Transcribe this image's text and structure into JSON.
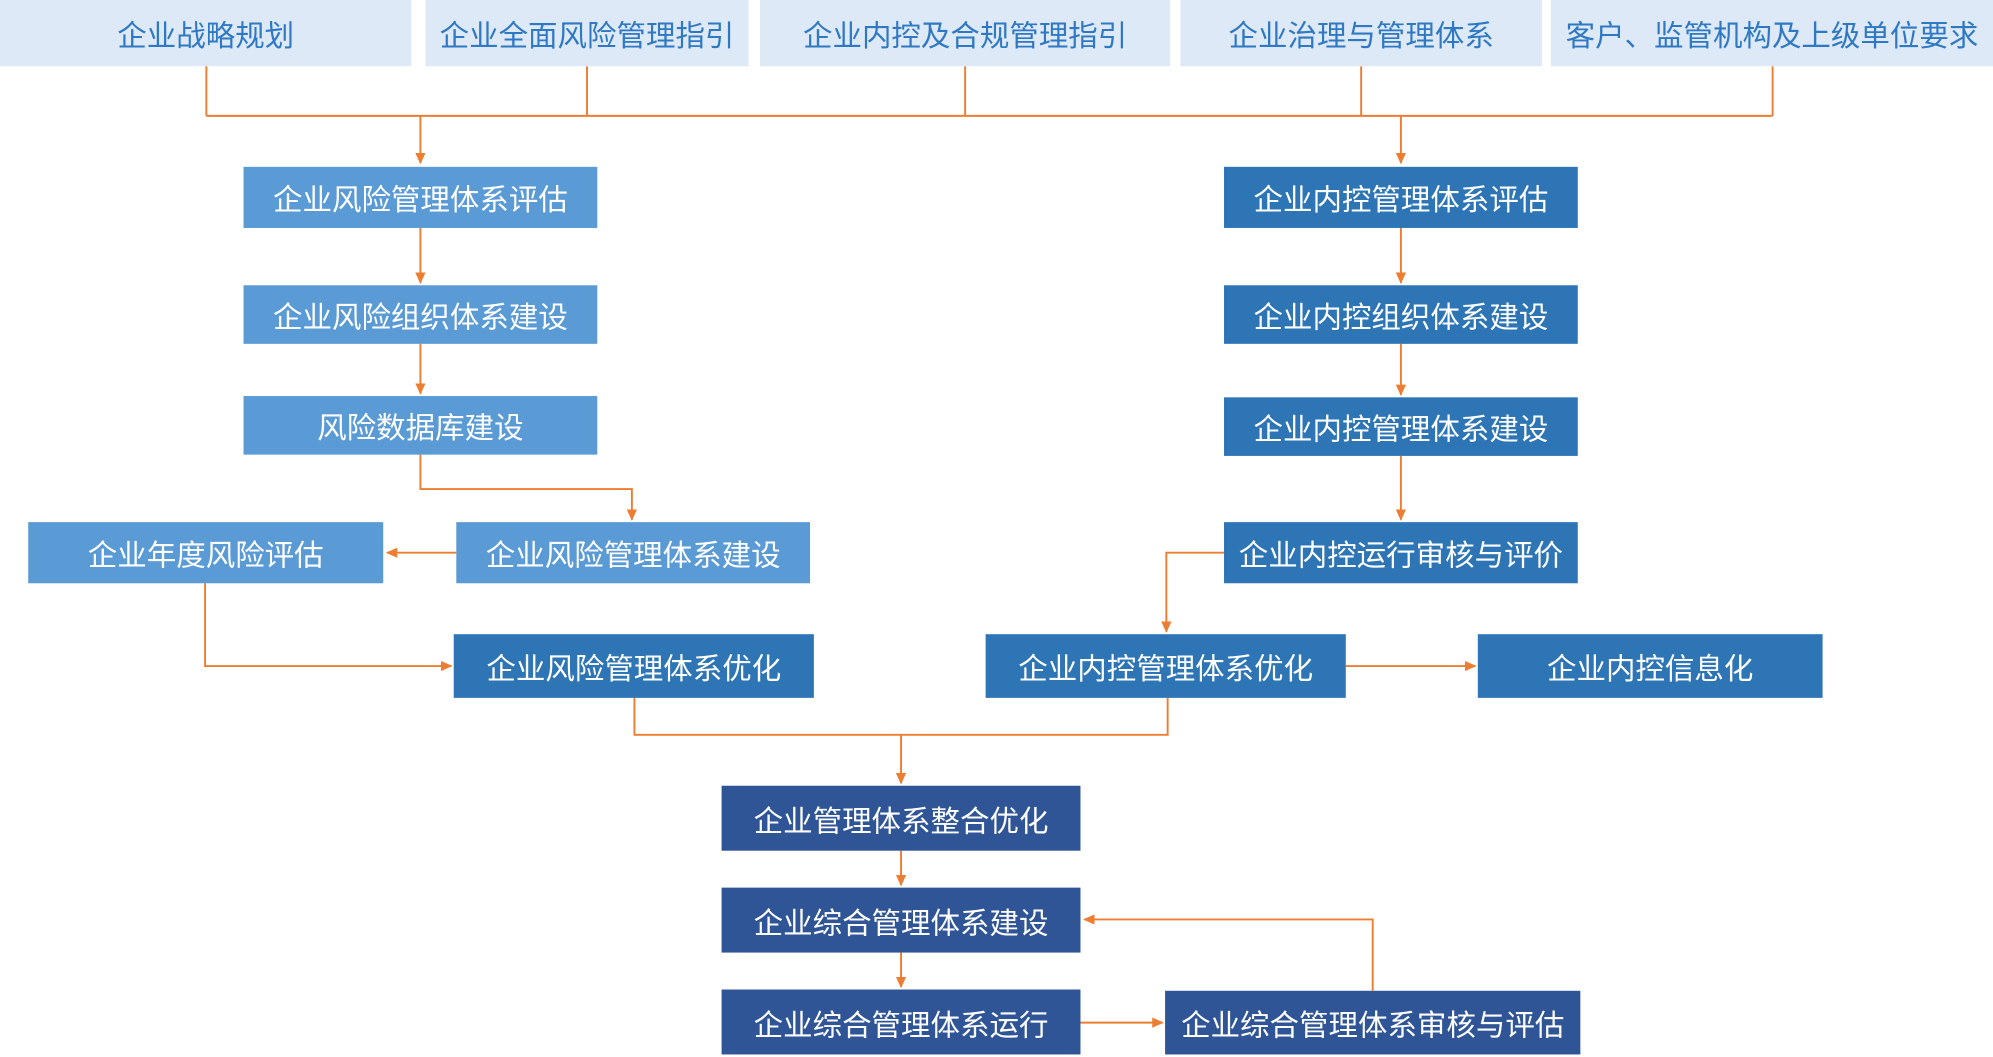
{
  "colors": {
    "connector": "#ed7d31",
    "source_fill": "#dde9f6",
    "source_text": "#2f78c3",
    "step_light": "#5b9bd5",
    "step_medium": "#2e75b6",
    "step_dark": "#2f5597"
  },
  "sources": [
    "企业战略规划",
    "企业全面风险管理指引",
    "企业内控及合规管理指引",
    "企业治理与管理体系",
    "客户、监管机构及上级单位要求"
  ],
  "risk_branch": [
    "企业风险管理体系评估",
    "企业风险组织体系建设",
    "风险数据库建设",
    "企业风险管理体系建设",
    "企业年度风险评估",
    "企业风险管理体系优化"
  ],
  "control_branch": [
    "企业内控管理体系评估",
    "企业内控组织体系建设",
    "企业内控管理体系建设",
    "企业内控运行审核与评价",
    "企业内控管理体系优化",
    "企业内控信息化"
  ],
  "integration": [
    "企业管理体系整合优化",
    "企业综合管理体系建设",
    "企业综合管理体系运行",
    "企业综合管理体系审核与评估"
  ]
}
